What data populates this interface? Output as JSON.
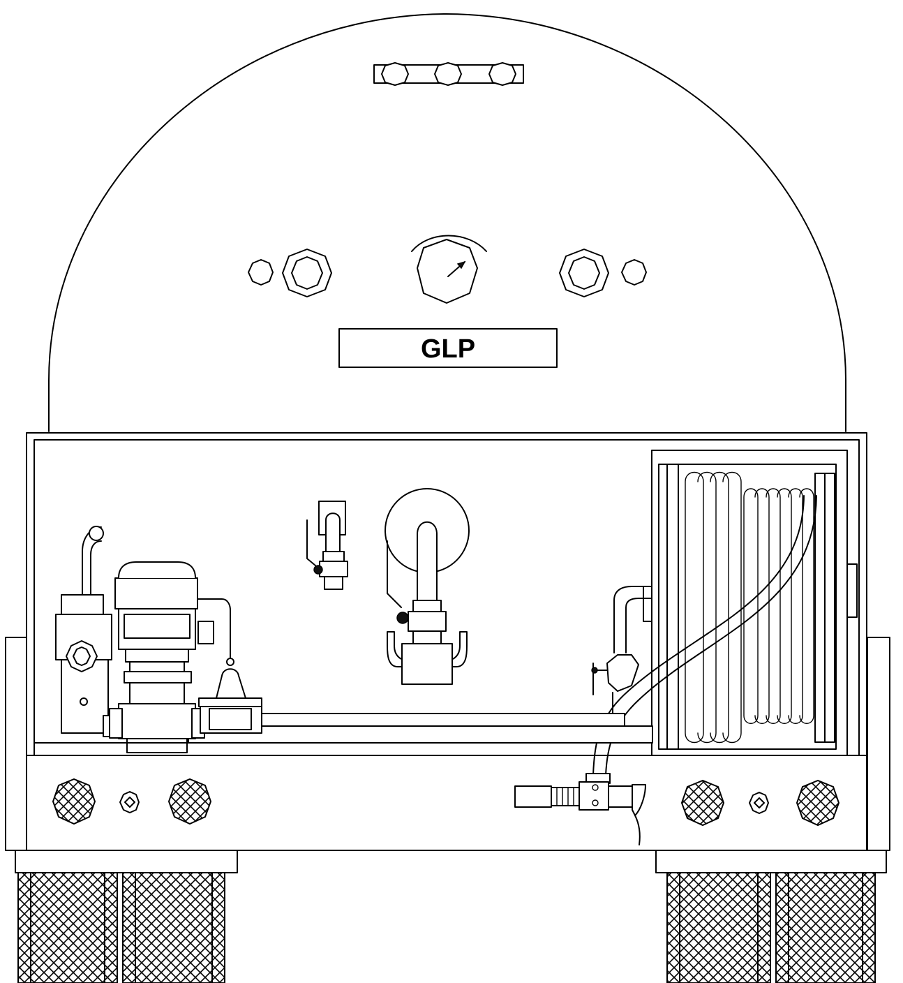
{
  "tank_plate": {
    "label": "GLP"
  },
  "colors": {
    "line": "#000000",
    "background": "#ffffff"
  },
  "icons": [
    "tank-body",
    "valve-manifold",
    "pressure-gauge-icon",
    "fill-fitting",
    "pump-meter-assembly",
    "relief-valve",
    "hose-reel",
    "delivery-nozzle",
    "grille-vent",
    "wheel-tire"
  ]
}
